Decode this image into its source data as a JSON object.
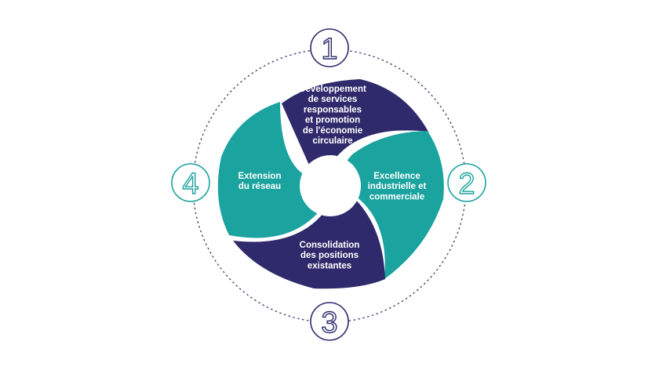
{
  "colors": {
    "navy": "#2e2a6b",
    "teal": "#1aa39f",
    "ring": "#3c3a70",
    "center": "#ffffff",
    "background": "#ffffff"
  },
  "steps": [
    {
      "number": "1",
      "number_color": "#2e2a6b",
      "segment_color": "#2e2a6b",
      "label_lines": [
        "Développement",
        "de services",
        "responsables",
        "et promotion",
        "de l'économie",
        "circulaire"
      ]
    },
    {
      "number": "2",
      "number_color": "#1aa39f",
      "segment_color": "#1aa39f",
      "label_lines": [
        "Excellence",
        "industrielle et",
        "commerciale"
      ]
    },
    {
      "number": "3",
      "number_color": "#2e2a6b",
      "segment_color": "#2e2a6b",
      "label_lines": [
        "Consolidation",
        "des positions",
        "existantes"
      ]
    },
    {
      "number": "4",
      "number_color": "#1aa39f",
      "segment_color": "#1aa39f",
      "label_lines": [
        "Extension",
        "du réseau"
      ]
    }
  ]
}
